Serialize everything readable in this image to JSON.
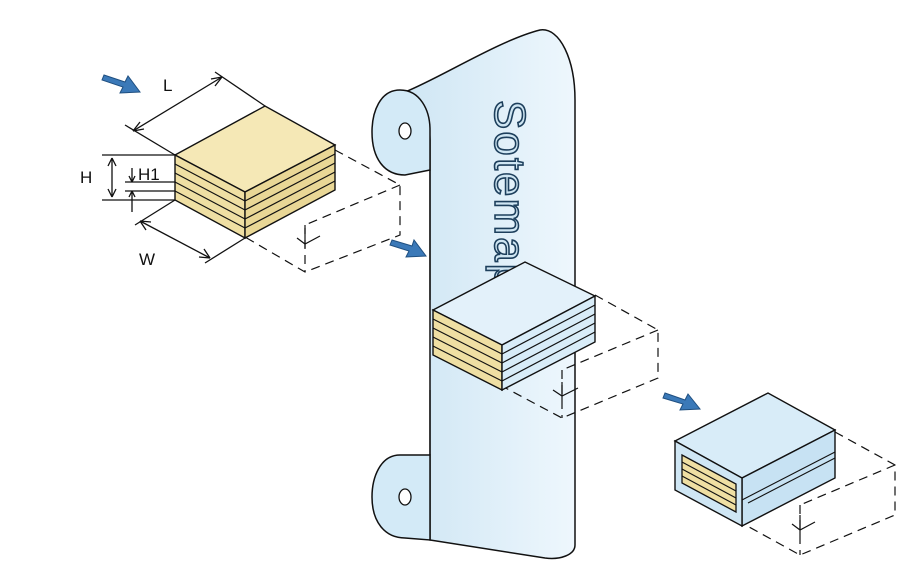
{
  "labels": {
    "length": "L",
    "height": "H",
    "sheet_height": "H1",
    "width": "W"
  },
  "brand": {
    "text": "Sotemapack",
    "fill": "#cfe6f3",
    "stroke": "#1d3f5c"
  },
  "colors": {
    "outline": "#111111",
    "film": "#d3eaf7",
    "film_light": "#eaf5fc",
    "stack": "#f2e6b4",
    "stack_dark": "#d8c98a",
    "arrow": "#3b79b8",
    "dashed": "#111111"
  },
  "icons": [
    "arrow-in",
    "arrow-down",
    "arrow-out"
  ]
}
